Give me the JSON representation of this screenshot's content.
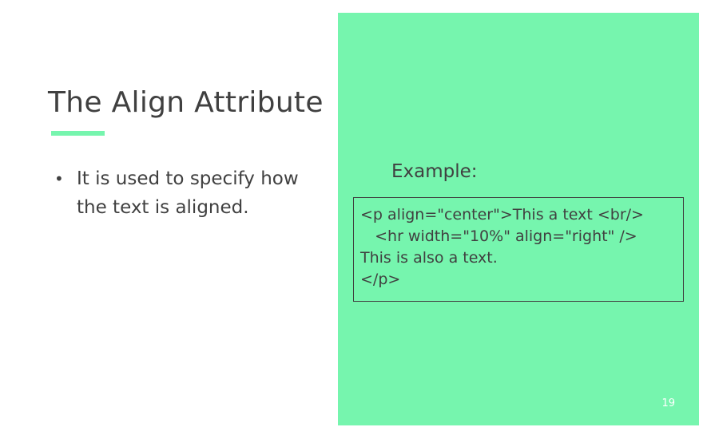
{
  "slide": {
    "title": "The Align Attribute",
    "bullets": [
      "It is used to specify how the text is aligned."
    ],
    "example_label": "Example:",
    "code_lines": [
      "<p align=\"center\">This a text <br/>",
      "   <hr width=\"10%\" align=\"right\" />",
      "This is also a text.",
      "</p>"
    ],
    "slide_number": "19",
    "colors": {
      "accent": "#76f5ae",
      "text": "#404040",
      "background": "#ffffff"
    }
  }
}
